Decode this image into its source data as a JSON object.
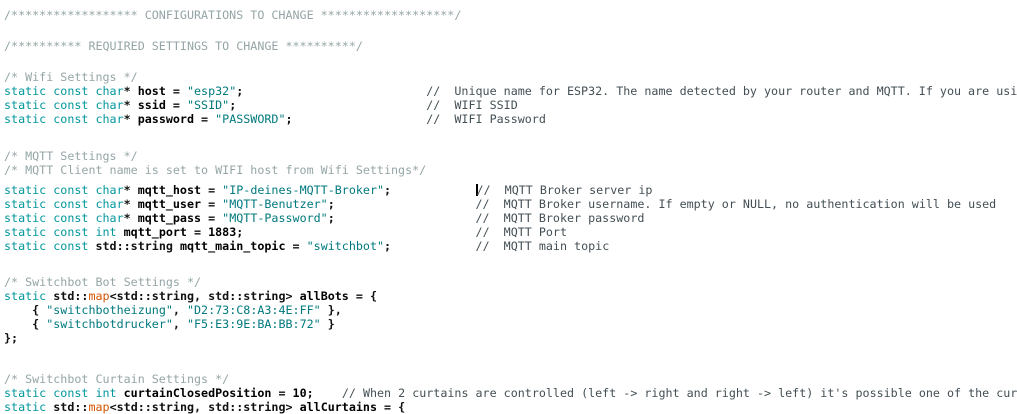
{
  "editor": {
    "language": "cpp",
    "palette": {
      "background": "#ffffff",
      "comment_block": "#95A5A6",
      "comment_line": "#434F54",
      "keyword": "#00979C",
      "string": "#00797E",
      "function": "#D35400",
      "identifier": "#000000"
    },
    "cursor": {
      "line_text": "static const char* mqtt_host = \"IP-deines-MQTT-Broker\";",
      "position": "before-comment"
    },
    "lines": [
      {
        "tokens": [
          [
            "c1",
            "/****************** CONFIGURATIONS TO CHANGE *******************/"
          ]
        ]
      },
      {
        "spacer": 17
      },
      {
        "tokens": [
          [
            "c1",
            "/********** REQUIRED SETTINGS TO CHANGE **********/"
          ]
        ]
      },
      {
        "spacer": 17
      },
      {
        "tokens": [
          [
            "c1",
            "/* Wifi Settings */"
          ]
        ]
      },
      {
        "tokens": [
          [
            "kw",
            "static const char"
          ],
          [
            "pl",
            "* "
          ],
          [
            "id",
            "host"
          ],
          [
            "pl",
            " = "
          ],
          [
            "str",
            "\"esp32\""
          ],
          [
            "pl",
            ";"
          ],
          [
            "sp",
            "                          "
          ],
          [
            "c2",
            "//  Unique name for ESP32. The name detected by your router and MQTT. If you are usi"
          ]
        ]
      },
      {
        "tokens": [
          [
            "kw",
            "static const char"
          ],
          [
            "pl",
            "* "
          ],
          [
            "id",
            "ssid"
          ],
          [
            "pl",
            " = "
          ],
          [
            "str",
            "\"SSID\""
          ],
          [
            "pl",
            ";"
          ],
          [
            "sp",
            "                           "
          ],
          [
            "c2",
            "//  WIFI SSID"
          ]
        ]
      },
      {
        "tokens": [
          [
            "kw",
            "static const char"
          ],
          [
            "pl",
            "* "
          ],
          [
            "id",
            "password"
          ],
          [
            "pl",
            " = "
          ],
          [
            "str",
            "\"PASSWORD\""
          ],
          [
            "pl",
            ";"
          ],
          [
            "sp",
            "                   "
          ],
          [
            "c2",
            "//  WIFI Password"
          ]
        ]
      },
      {
        "spacer": 23
      },
      {
        "tokens": [
          [
            "c1",
            "/* MQTT Settings */"
          ]
        ]
      },
      {
        "tokens": [
          [
            "c1",
            "/* MQTT Client name is set to WIFI host from Wifi Settings*/"
          ]
        ]
      },
      {
        "spacer": 6
      },
      {
        "tokens": [
          [
            "kw",
            "static const char"
          ],
          [
            "pl",
            "* "
          ],
          [
            "id",
            "mqtt_host"
          ],
          [
            "pl",
            " = "
          ],
          [
            "str",
            "\"IP-deines-MQTT-Broker\""
          ],
          [
            "pl",
            ";"
          ],
          [
            "sp",
            "            "
          ],
          [
            "caret",
            ""
          ],
          [
            "c2",
            "//  MQTT Broker server ip"
          ]
        ]
      },
      {
        "tokens": [
          [
            "kw",
            "static const char"
          ],
          [
            "pl",
            "* "
          ],
          [
            "id",
            "mqtt_user"
          ],
          [
            "pl",
            " = "
          ],
          [
            "str",
            "\"MQTT-Benutzer\""
          ],
          [
            "pl",
            ";"
          ],
          [
            "sp",
            "                    "
          ],
          [
            "c2",
            "//  MQTT Broker username. If empty or NULL, no authentication will be used"
          ]
        ]
      },
      {
        "tokens": [
          [
            "kw",
            "static const char"
          ],
          [
            "pl",
            "* "
          ],
          [
            "id",
            "mqtt_pass"
          ],
          [
            "pl",
            " = "
          ],
          [
            "str",
            "\"MQTT-Password\""
          ],
          [
            "pl",
            ";"
          ],
          [
            "sp",
            "                    "
          ],
          [
            "c2",
            "//  MQTT Broker password"
          ]
        ]
      },
      {
        "tokens": [
          [
            "kw",
            "static const int"
          ],
          [
            "sp",
            " "
          ],
          [
            "id",
            "mqtt_port"
          ],
          [
            "pl",
            " = "
          ],
          [
            "id",
            "1883"
          ],
          [
            "pl",
            ";"
          ],
          [
            "sp",
            "                                 "
          ],
          [
            "c2",
            "//  MQTT Port"
          ]
        ]
      },
      {
        "tokens": [
          [
            "kw",
            "static const "
          ],
          [
            "pl",
            "std::string "
          ],
          [
            "id",
            "mqtt_main_topic"
          ],
          [
            "pl",
            " = "
          ],
          [
            "str",
            "\"switchbot\""
          ],
          [
            "pl",
            ";"
          ],
          [
            "sp",
            "            "
          ],
          [
            "c2",
            "//  MQTT main topic"
          ]
        ]
      },
      {
        "spacer": 22
      },
      {
        "tokens": [
          [
            "c1",
            "/* Switchbot Bot Settings */"
          ]
        ]
      },
      {
        "tokens": [
          [
            "kw",
            "static "
          ],
          [
            "pl",
            "std::"
          ],
          [
            "fn",
            "map"
          ],
          [
            "pl",
            "<std::string, std::string> "
          ],
          [
            "id",
            "allBots"
          ],
          [
            "pl",
            " = {"
          ]
        ]
      },
      {
        "tokens": [
          [
            "sp",
            "    "
          ],
          [
            "pl",
            "{ "
          ],
          [
            "str",
            "\"switchbotheizung\""
          ],
          [
            "pl",
            ", "
          ],
          [
            "str",
            "\"D2:73:C8:A3:4E:FF\""
          ],
          [
            "pl",
            " },"
          ]
        ]
      },
      {
        "tokens": [
          [
            "sp",
            "    "
          ],
          [
            "pl",
            "{ "
          ],
          [
            "str",
            "\"switchbotdrucker\""
          ],
          [
            "pl",
            ", "
          ],
          [
            "str",
            "\"F5:E3:9E:BA:BB:72\""
          ],
          [
            "pl",
            " }"
          ]
        ]
      },
      {
        "tokens": [
          [
            "pl",
            "};"
          ]
        ]
      },
      {
        "spacer": 27
      },
      {
        "tokens": [
          [
            "c1",
            "/* Switchbot Curtain Settings */"
          ]
        ]
      },
      {
        "tokens": [
          [
            "kw",
            "static const int"
          ],
          [
            "sp",
            " "
          ],
          [
            "id",
            "curtainClosedPosition"
          ],
          [
            "pl",
            " = "
          ],
          [
            "id",
            "10"
          ],
          [
            "pl",
            ";"
          ],
          [
            "sp",
            "    "
          ],
          [
            "c2",
            "// When 2 curtains are controlled (left -> right and right -> left) it's possible one of the cur"
          ]
        ]
      },
      {
        "tokens": [
          [
            "kw",
            "static "
          ],
          [
            "pl",
            "std::"
          ],
          [
            "fn",
            "map"
          ],
          [
            "pl",
            "<std::string, std::string> "
          ],
          [
            "id",
            "allCurtains"
          ],
          [
            "pl",
            " = {"
          ]
        ]
      }
    ]
  }
}
